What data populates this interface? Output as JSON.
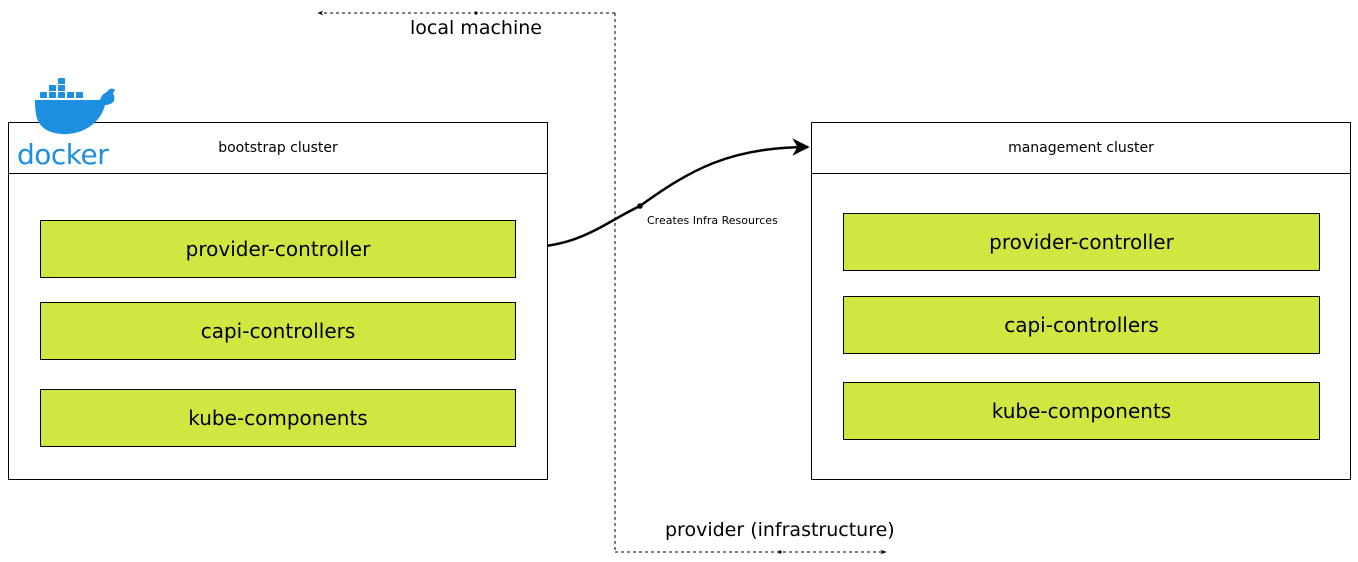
{
  "labels": {
    "local_machine": "local machine",
    "provider_infrastructure": "provider (infrastructure)",
    "connector": "Creates Infra Resources"
  },
  "bootstrap_cluster": {
    "title": "bootstrap cluster",
    "components": [
      "provider-controller",
      "capi-controllers",
      "kube-components"
    ]
  },
  "management_cluster": {
    "title": "management cluster",
    "components": [
      "provider-controller",
      "capi-controllers",
      "kube-components"
    ]
  },
  "logo": {
    "name": "docker-logo",
    "text": "docker",
    "color": "#1d8fe1"
  },
  "colors": {
    "component_fill": "#d1e741",
    "stroke": "#000000"
  }
}
